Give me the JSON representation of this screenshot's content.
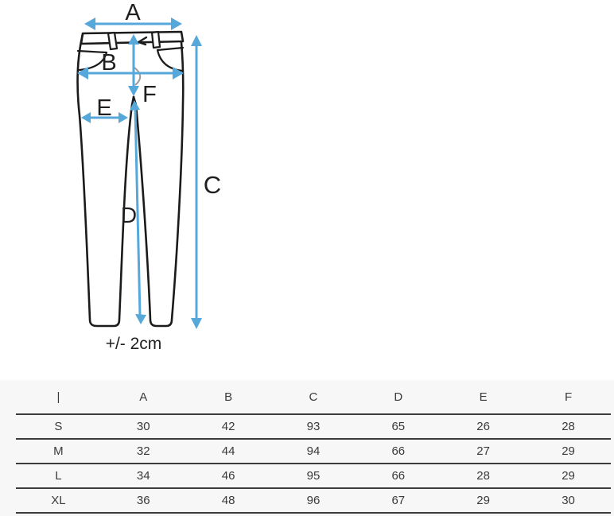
{
  "diagram": {
    "labels": {
      "a": "A",
      "b": "B",
      "c": "C",
      "d": "D",
      "e": "E",
      "f": "F"
    },
    "tolerance": "+/- 2cm",
    "arrow_color": "#56a8db",
    "outline_color": "#1b1b1b"
  },
  "table": {
    "corner": "|",
    "columns": [
      "A",
      "B",
      "C",
      "D",
      "E",
      "F"
    ],
    "rows": [
      {
        "size": "S",
        "values": [
          "30",
          "42",
          "93",
          "65",
          "26",
          "28"
        ]
      },
      {
        "size": "M",
        "values": [
          "32",
          "44",
          "94",
          "66",
          "27",
          "29"
        ]
      },
      {
        "size": "L",
        "values": [
          "34",
          "46",
          "95",
          "66",
          "28",
          "29"
        ]
      },
      {
        "size": "XL",
        "values": [
          "36",
          "48",
          "96",
          "67",
          "29",
          "30"
        ]
      }
    ],
    "background": "#f7f7f7",
    "line_color": "#3c3c3c"
  }
}
